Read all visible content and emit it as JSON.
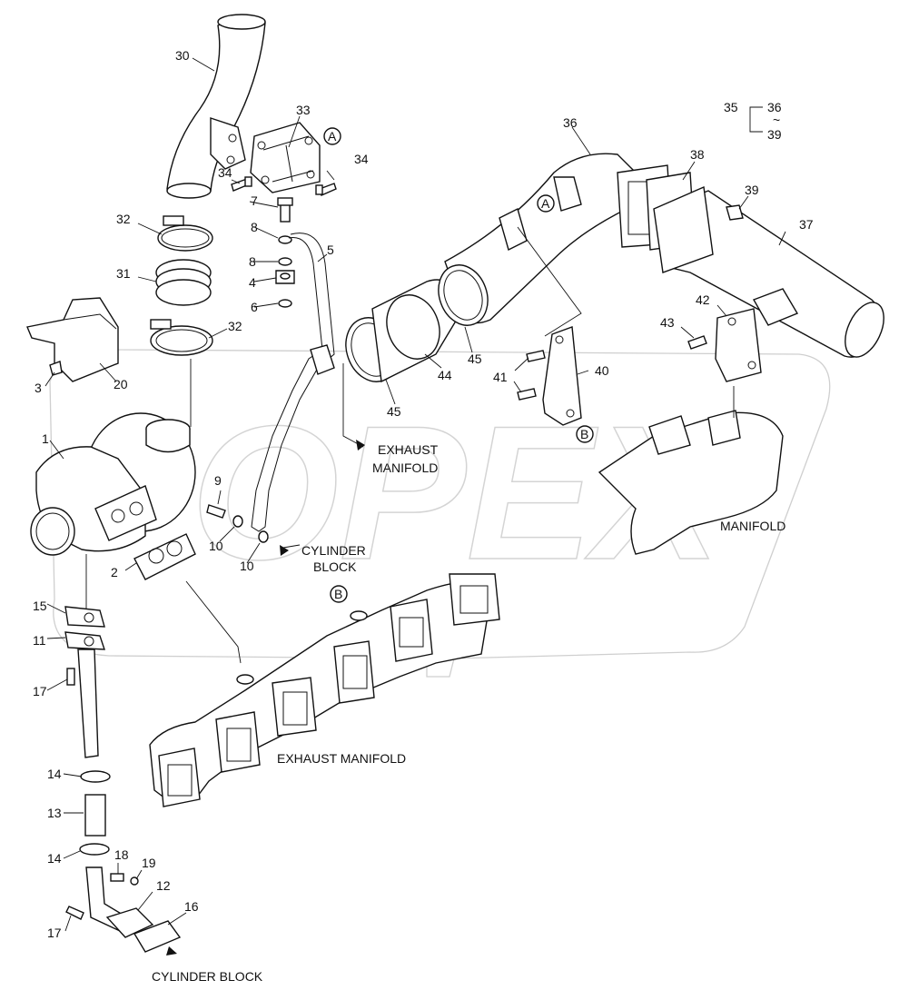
{
  "watermark": "OPEX",
  "part_numbers": [
    {
      "id": "30",
      "label": "30"
    },
    {
      "id": "33",
      "label": "33"
    },
    {
      "id": "A-top",
      "label": "A"
    },
    {
      "id": "34a",
      "label": "34"
    },
    {
      "id": "34b",
      "label": "34"
    },
    {
      "id": "7",
      "label": "7"
    },
    {
      "id": "8a",
      "label": "8"
    },
    {
      "id": "8b",
      "label": "8"
    },
    {
      "id": "4",
      "label": "4"
    },
    {
      "id": "6",
      "label": "6"
    },
    {
      "id": "5",
      "label": "5"
    },
    {
      "id": "32a",
      "label": "32"
    },
    {
      "id": "31",
      "label": "31"
    },
    {
      "id": "32b",
      "label": "32"
    },
    {
      "id": "3",
      "label": "3"
    },
    {
      "id": "20",
      "label": "20"
    },
    {
      "id": "1",
      "label": "1"
    },
    {
      "id": "9",
      "label": "9"
    },
    {
      "id": "10a",
      "label": "10"
    },
    {
      "id": "10b",
      "label": "10"
    },
    {
      "id": "2",
      "label": "2"
    },
    {
      "id": "15",
      "label": "15"
    },
    {
      "id": "11",
      "label": "11"
    },
    {
      "id": "17a",
      "label": "17"
    },
    {
      "id": "14a",
      "label": "14"
    },
    {
      "id": "13",
      "label": "13"
    },
    {
      "id": "14b",
      "label": "14"
    },
    {
      "id": "18",
      "label": "18"
    },
    {
      "id": "19",
      "label": "19"
    },
    {
      "id": "12",
      "label": "12"
    },
    {
      "id": "16",
      "label": "16"
    },
    {
      "id": "17b",
      "label": "17"
    },
    {
      "id": "36",
      "label": "36"
    },
    {
      "id": "35",
      "label": "35"
    },
    {
      "id": "36r",
      "label": "36"
    },
    {
      "id": "tilde",
      "label": "~"
    },
    {
      "id": "39r",
      "label": "39"
    },
    {
      "id": "38",
      "label": "38"
    },
    {
      "id": "39",
      "label": "39"
    },
    {
      "id": "37",
      "label": "37"
    },
    {
      "id": "A-mid",
      "label": "A"
    },
    {
      "id": "42",
      "label": "42"
    },
    {
      "id": "43",
      "label": "43"
    },
    {
      "id": "41",
      "label": "41"
    },
    {
      "id": "40",
      "label": "40"
    },
    {
      "id": "B-mid",
      "label": "B"
    },
    {
      "id": "45a",
      "label": "45"
    },
    {
      "id": "44",
      "label": "44"
    },
    {
      "id": "45b",
      "label": "45"
    },
    {
      "id": "B-low",
      "label": "B"
    }
  ],
  "callouts": {
    "exhaust_manifold_line1": "EXHAUST",
    "exhaust_manifold_line2": "MANIFOLD",
    "cylinder_block_line1": "CYLINDER",
    "cylinder_block_line2": "BLOCK",
    "manifold": "MANIFOLD",
    "exhaust_manifold_main": "EXHAUST MANIFOLD",
    "cylinder_block_bottom": "CYLINDER BLOCK"
  }
}
